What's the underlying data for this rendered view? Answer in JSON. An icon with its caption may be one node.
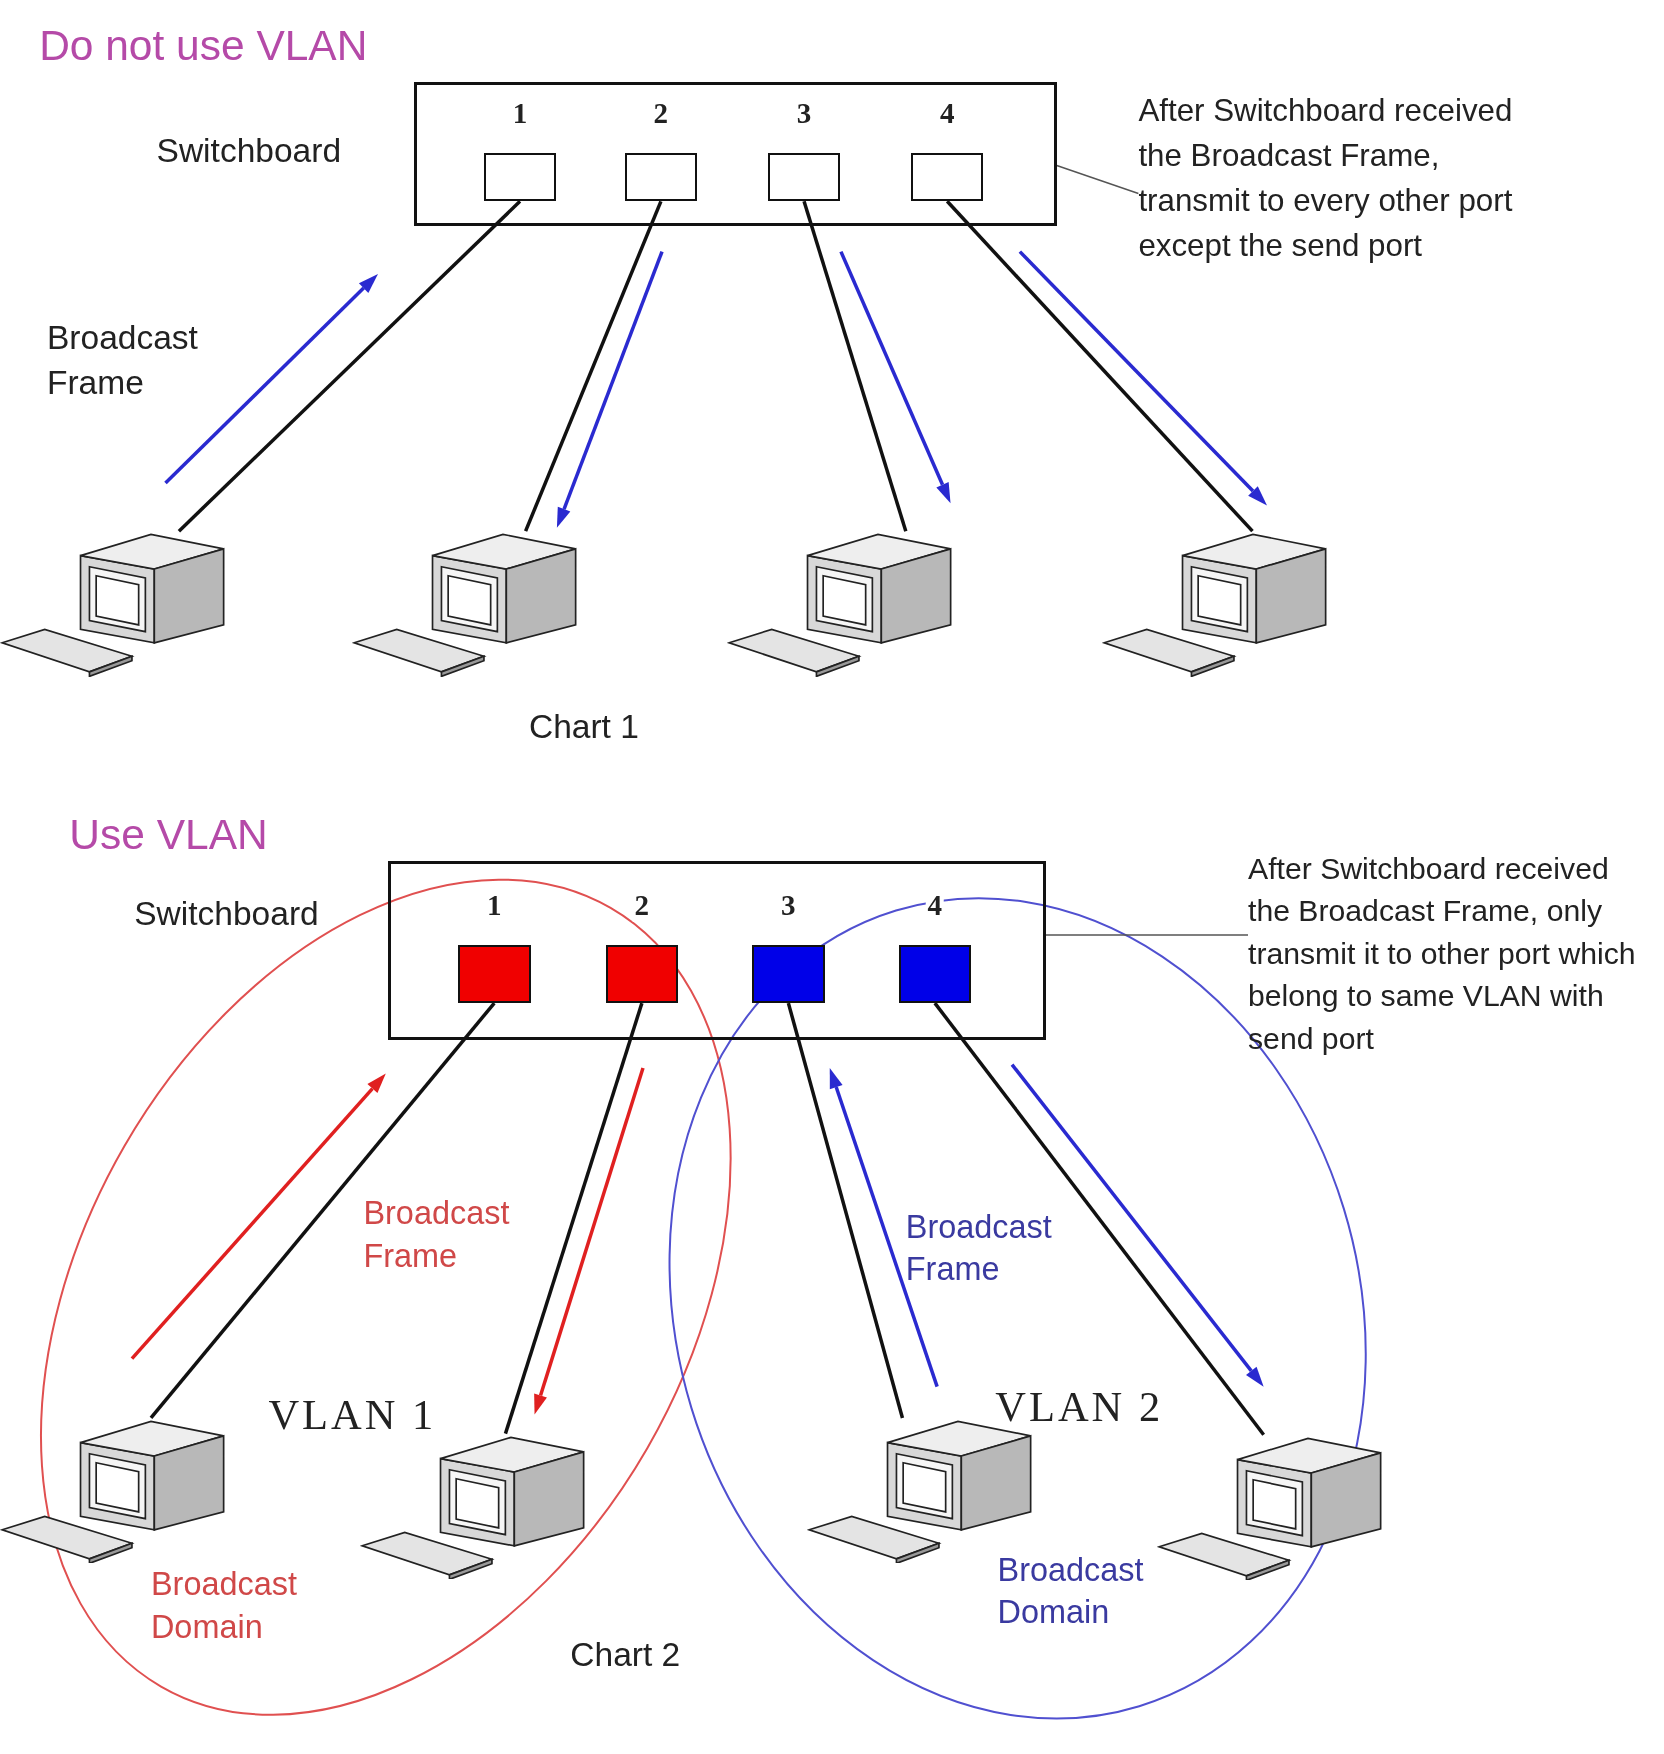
{
  "diagram": {
    "nodes": [
      {
        "text": [
          "Switchboard"
        ]
      },
      {
        "text": [
          "1"
        ],
        "in": 0
      },
      {
        "text": [
          "2"
        ],
        "in": 0
      },
      {
        "text": [
          "3"
        ],
        "in": 0
      },
      {
        "text": [
          "4"
        ],
        "in": 0
      },
      {
        "text": [],
        "shape": "picture"
      },
      {
        "text": [],
        "shape": "picture"
      },
      {
        "text": [],
        "shape": "picture"
      },
      {
        "text": [],
        "shape": "picture"
      },
      {
        "text": [
          "After Switchboard received the Broadcast Frame, transmit to every other port except the send port"
        ]
      },
      {
        "text": [
          "Switchboard"
        ]
      },
      {
        "text": [
          "1"
        ],
        "in": 10
      },
      {
        "text": [
          "2"
        ],
        "in": 10
      },
      {
        "text": [
          "3"
        ],
        "in": 10
      },
      {
        "text": [
          "4"
        ],
        "in": 10
      },
      {
        "text": [],
        "shape": "picture"
      },
      {
        "text": [],
        "shape": "picture"
      },
      {
        "text": [],
        "shape": "picture"
      },
      {
        "text": [],
        "shape": "picture"
      },
      {
        "text": [
          "After Switchboard received the Broadcast Frame, only transmit it to other port which belong to same VLAN with send port"
        ]
      }
    ],
    "edges": [
      {
        "from": 1,
        "to": 5,
        "arrow": "none"
      },
      {
        "from": 2,
        "to": 6,
        "arrow": "none"
      },
      {
        "from": 3,
        "to": 7,
        "arrow": "none"
      },
      {
        "from": 4,
        "to": 8,
        "arrow": "none"
      },
      {
        "from": 9,
        "to": 0,
        "arrow": "none"
      },
      {
        "from": 11,
        "to": 15,
        "arrow": "none"
      },
      {
        "from": 12,
        "to": 16,
        "arrow": "none"
      },
      {
        "from": 13,
        "to": 17,
        "arrow": "none"
      },
      {
        "from": 14,
        "to": 18,
        "arrow": "none"
      },
      {
        "from": 19,
        "to": 10,
        "arrow": "none"
      }
    ],
    "labels": [
      "Do not use VLAN",
      "Broadcast Frame",
      "Chart 1",
      "Use VLAN",
      "Broadcast Frame",
      "Broadcast Frame",
      "VLAN 1",
      "VLAN 2",
      "Broadcast Domain",
      "Broadcast Domain",
      "Chart 2"
    ]
  }
}
